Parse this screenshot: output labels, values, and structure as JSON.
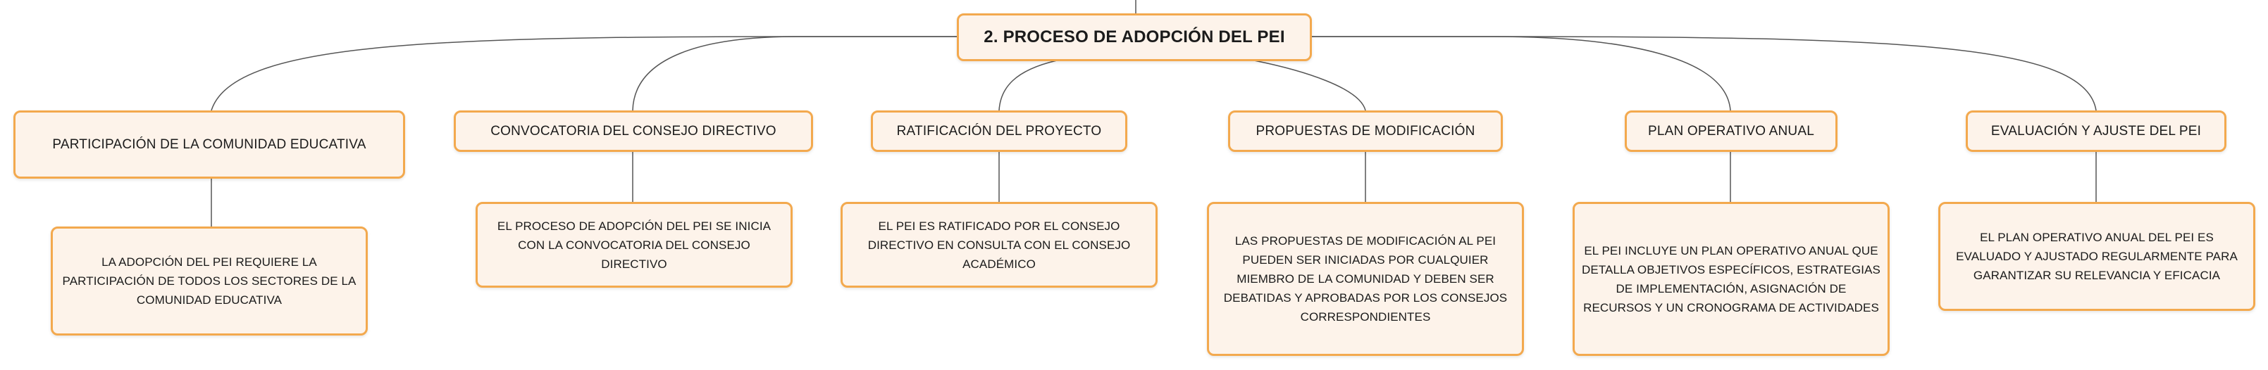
{
  "diagram": {
    "root": {
      "label": "2. PROCESO DE ADOPCIÓN DEL PEI"
    },
    "branches": [
      {
        "topic": "PARTICIPACIÓN DE LA COMUNIDAD EDUCATIVA",
        "detail": "LA ADOPCIÓN DEL PEI REQUIERE LA PARTICIPACIÓN DE TODOS LOS SECTORES DE LA COMUNIDAD EDUCATIVA"
      },
      {
        "topic": "CONVOCATORIA DEL CONSEJO DIRECTIVO",
        "detail": "EL PROCESO DE ADOPCIÓN DEL PEI SE INICIA CON LA CONVOCATORIA DEL CONSEJO DIRECTIVO"
      },
      {
        "topic": "RATIFICACIÓN DEL PROYECTO",
        "detail": "EL PEI ES RATIFICADO POR EL CONSEJO DIRECTIVO EN CONSULTA CON EL CONSEJO ACADÉMICO"
      },
      {
        "topic": "PROPUESTAS DE MODIFICACIÓN",
        "detail": "LAS PROPUESTAS DE MODIFICACIÓN AL PEI PUEDEN SER INICIADAS POR CUALQUIER MIEMBRO DE LA COMUNIDAD Y DEBEN SER DEBATIDAS Y APROBADAS POR LOS CONSEJOS CORRESPONDIENTES"
      },
      {
        "topic": "PLAN OPERATIVO ANUAL",
        "detail": "EL PEI INCLUYE UN PLAN OPERATIVO ANUAL QUE DETALLA OBJETIVOS ESPECÍFICOS, ESTRATEGIAS DE IMPLEMENTACIÓN, ASIGNACIÓN DE RECURSOS Y UN CRONOGRAMA DE ACTIVIDADES"
      },
      {
        "topic": "EVALUACIÓN Y AJUSTE DEL PEI",
        "detail": "EL PLAN OPERATIVO ANUAL DEL PEI ES EVALUADO Y AJUSTADO REGULARMENTE PARA GARANTIZAR SU RELEVANCIA Y EFICACIA"
      }
    ],
    "colors": {
      "node_fill": "#fdf3ea",
      "node_border": "#f3a94e",
      "connector": "#555555",
      "text": "#1b1b1b"
    }
  }
}
